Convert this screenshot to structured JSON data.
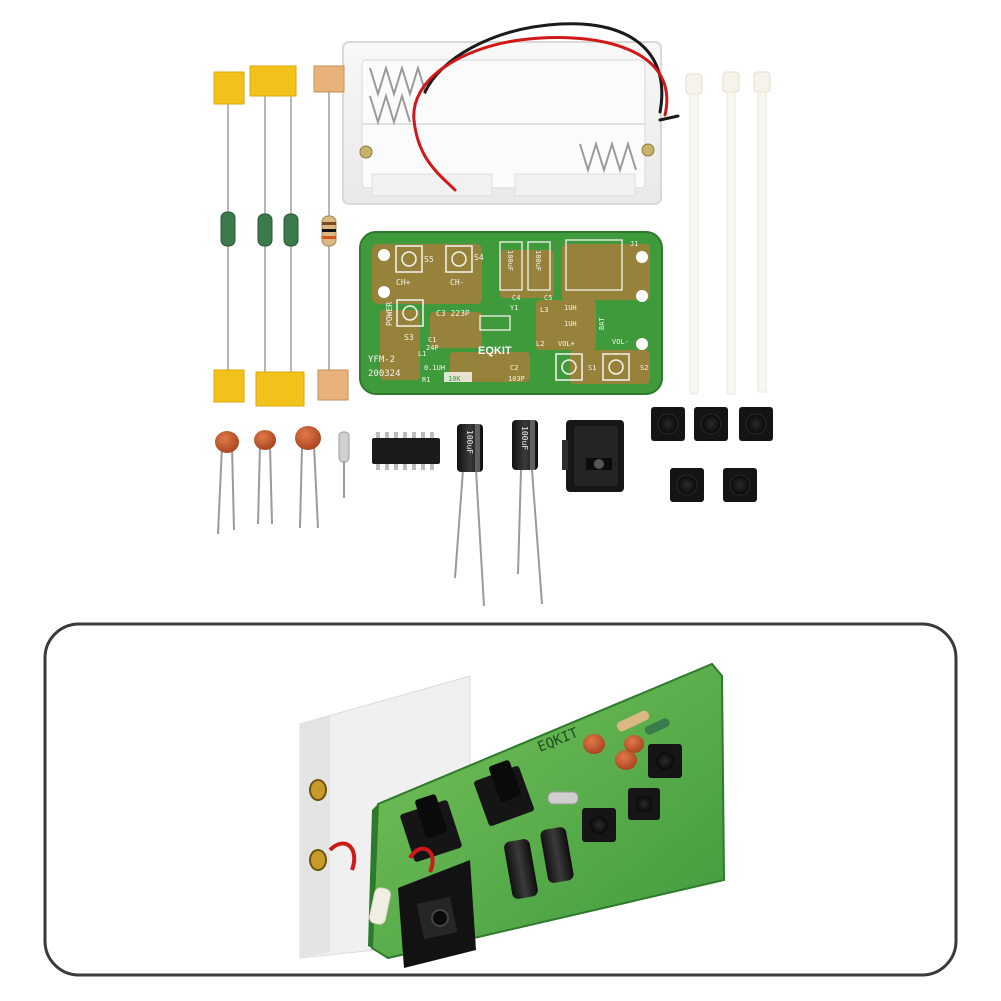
{
  "pcb_labels": {
    "model": "YFM-2",
    "date": "200324",
    "brand": "EQKIT",
    "s5": "S5",
    "s4": "S4",
    "s3": "S3",
    "s1": "S1",
    "s2": "S2",
    "ch_plus": "CH+",
    "ch_minus": "CH-",
    "power": "POWER",
    "c3": "C3 223P",
    "c1": "C1",
    "c1_val": "24P",
    "l1": "L1",
    "l1_val": "0.1UH",
    "r1": "R1",
    "r1_val": "10K",
    "c2": "C2",
    "c2_val": "103P",
    "y1": "Y1",
    "l3": "L3",
    "l3_val": "1UH",
    "l2": "L2",
    "l2_val": "1UH",
    "c4": "C4",
    "c5": "C5",
    "c4_val": "100uF",
    "c5_val": "100uF",
    "bat": "BAT",
    "j1": "J1",
    "vol_plus": "VOL+",
    "vol_minus": "VOL-"
  },
  "capacitor_labels": {
    "cap1": "100uF",
    "cap2": "100uF"
  },
  "colors": {
    "pcb_green": "#3f9a3c",
    "pcb_copper": "#b37a3a",
    "wire_red": "#d01818",
    "wire_black": "#1a1a1a",
    "frame_border": "#3a3a3a",
    "yellow_tape": "#f2c21a"
  }
}
